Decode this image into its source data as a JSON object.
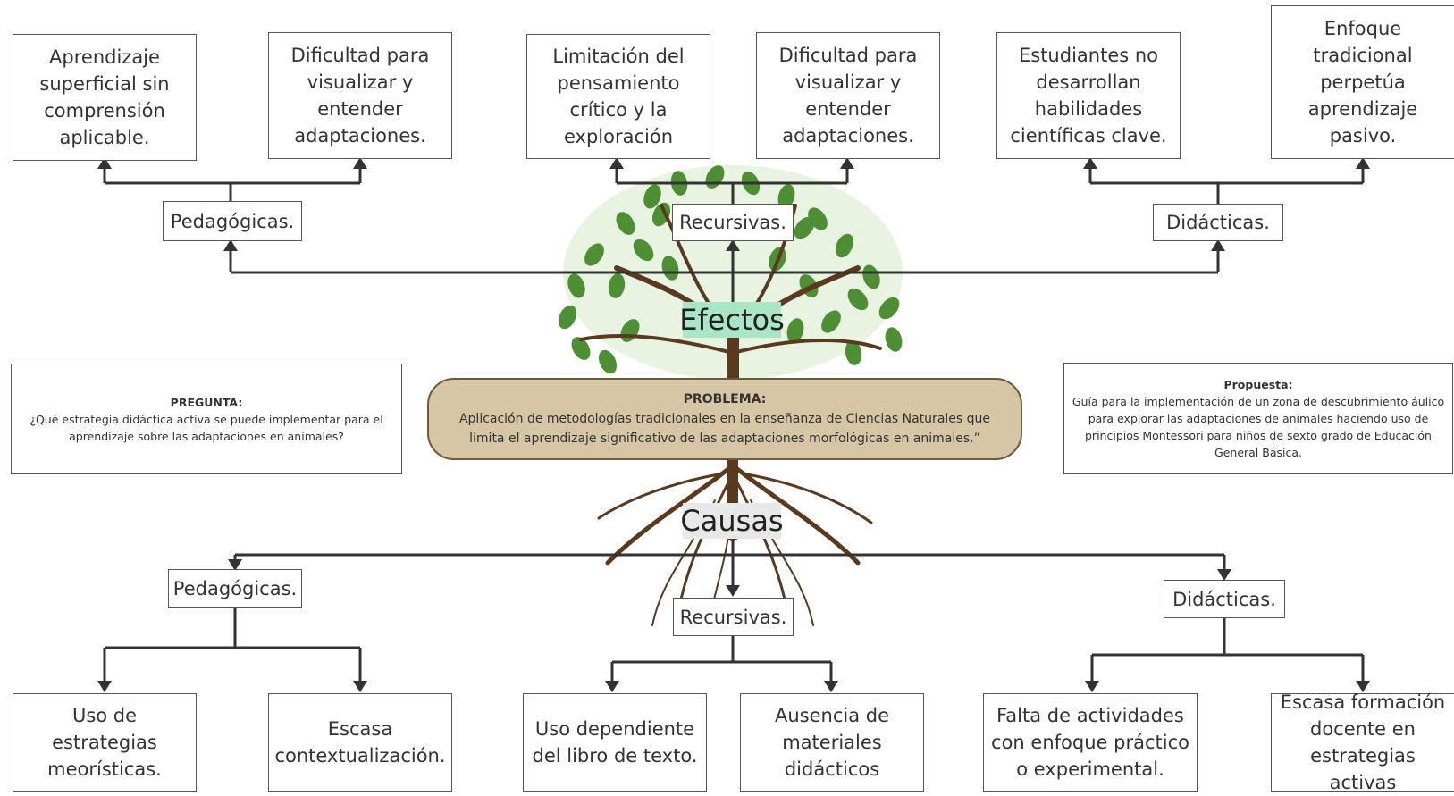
{
  "diagram": {
    "center": {
      "effects_label": "Efectos",
      "causes_label": "Causas"
    },
    "problem": {
      "heading": "PROBLEMA:",
      "text": "Aplicación de metodologías tradicionales en la enseñanza de Ciencias Naturales que limita el aprendizaje significativo de las adaptaciones morfológicas en animales.”"
    },
    "question": {
      "heading": "PREGUNTA:",
      "text": "¿Qué estrategia didáctica activa se puede implementar para el aprendizaje sobre las adaptaciones en animales?"
    },
    "proposal": {
      "heading": "Propuesta:",
      "text": "Guía para la implementación de un zona de descubrimiento áulico para explorar las adaptaciones de animales haciendo uso de principios Montessori para niños de sexto grado de Educación General Básica."
    },
    "effects": {
      "pedagogicas": {
        "label": "Pedagógicas.",
        "items": [
          "Aprendizaje superficial sin comprensión aplicable.",
          "Dificultad para visualizar y entender adaptaciones."
        ]
      },
      "recursivas": {
        "label": "Recursivas.",
        "items": [
          "Limitación del pensamiento crítico y la exploración",
          "Dificultad para visualizar y entender adaptaciones."
        ]
      },
      "didacticas": {
        "label": "Didácticas.",
        "items": [
          "Estudiantes no desarrollan habilidades científicas clave.",
          "Enfoque tradicional perpetúa aprendizaje pasivo."
        ]
      }
    },
    "causes": {
      "pedagogicas": {
        "label": "Pedagógicas.",
        "items": [
          "Uso de estrategias meorísticas.",
          "Escasa contextualización."
        ]
      },
      "recursivas": {
        "label": "Recursivas.",
        "items": [
          "Uso dependiente del libro de texto.",
          "Ausencia de materiales didácticos"
        ]
      },
      "didacticas": {
        "label": "Didácticas.",
        "items": [
          "Falta de actividades con enfoque práctico o experimental.",
          "Escasa formación docente en estrategias activas"
        ]
      }
    },
    "colors": {
      "effects_highlight": "#a8e6c6",
      "causes_highlight": "#e8e8e8",
      "problem_fill": "#d6c6a6",
      "trunk": "#5a3a1e",
      "leaves": "#4e8f35",
      "connector": "#333333"
    }
  }
}
